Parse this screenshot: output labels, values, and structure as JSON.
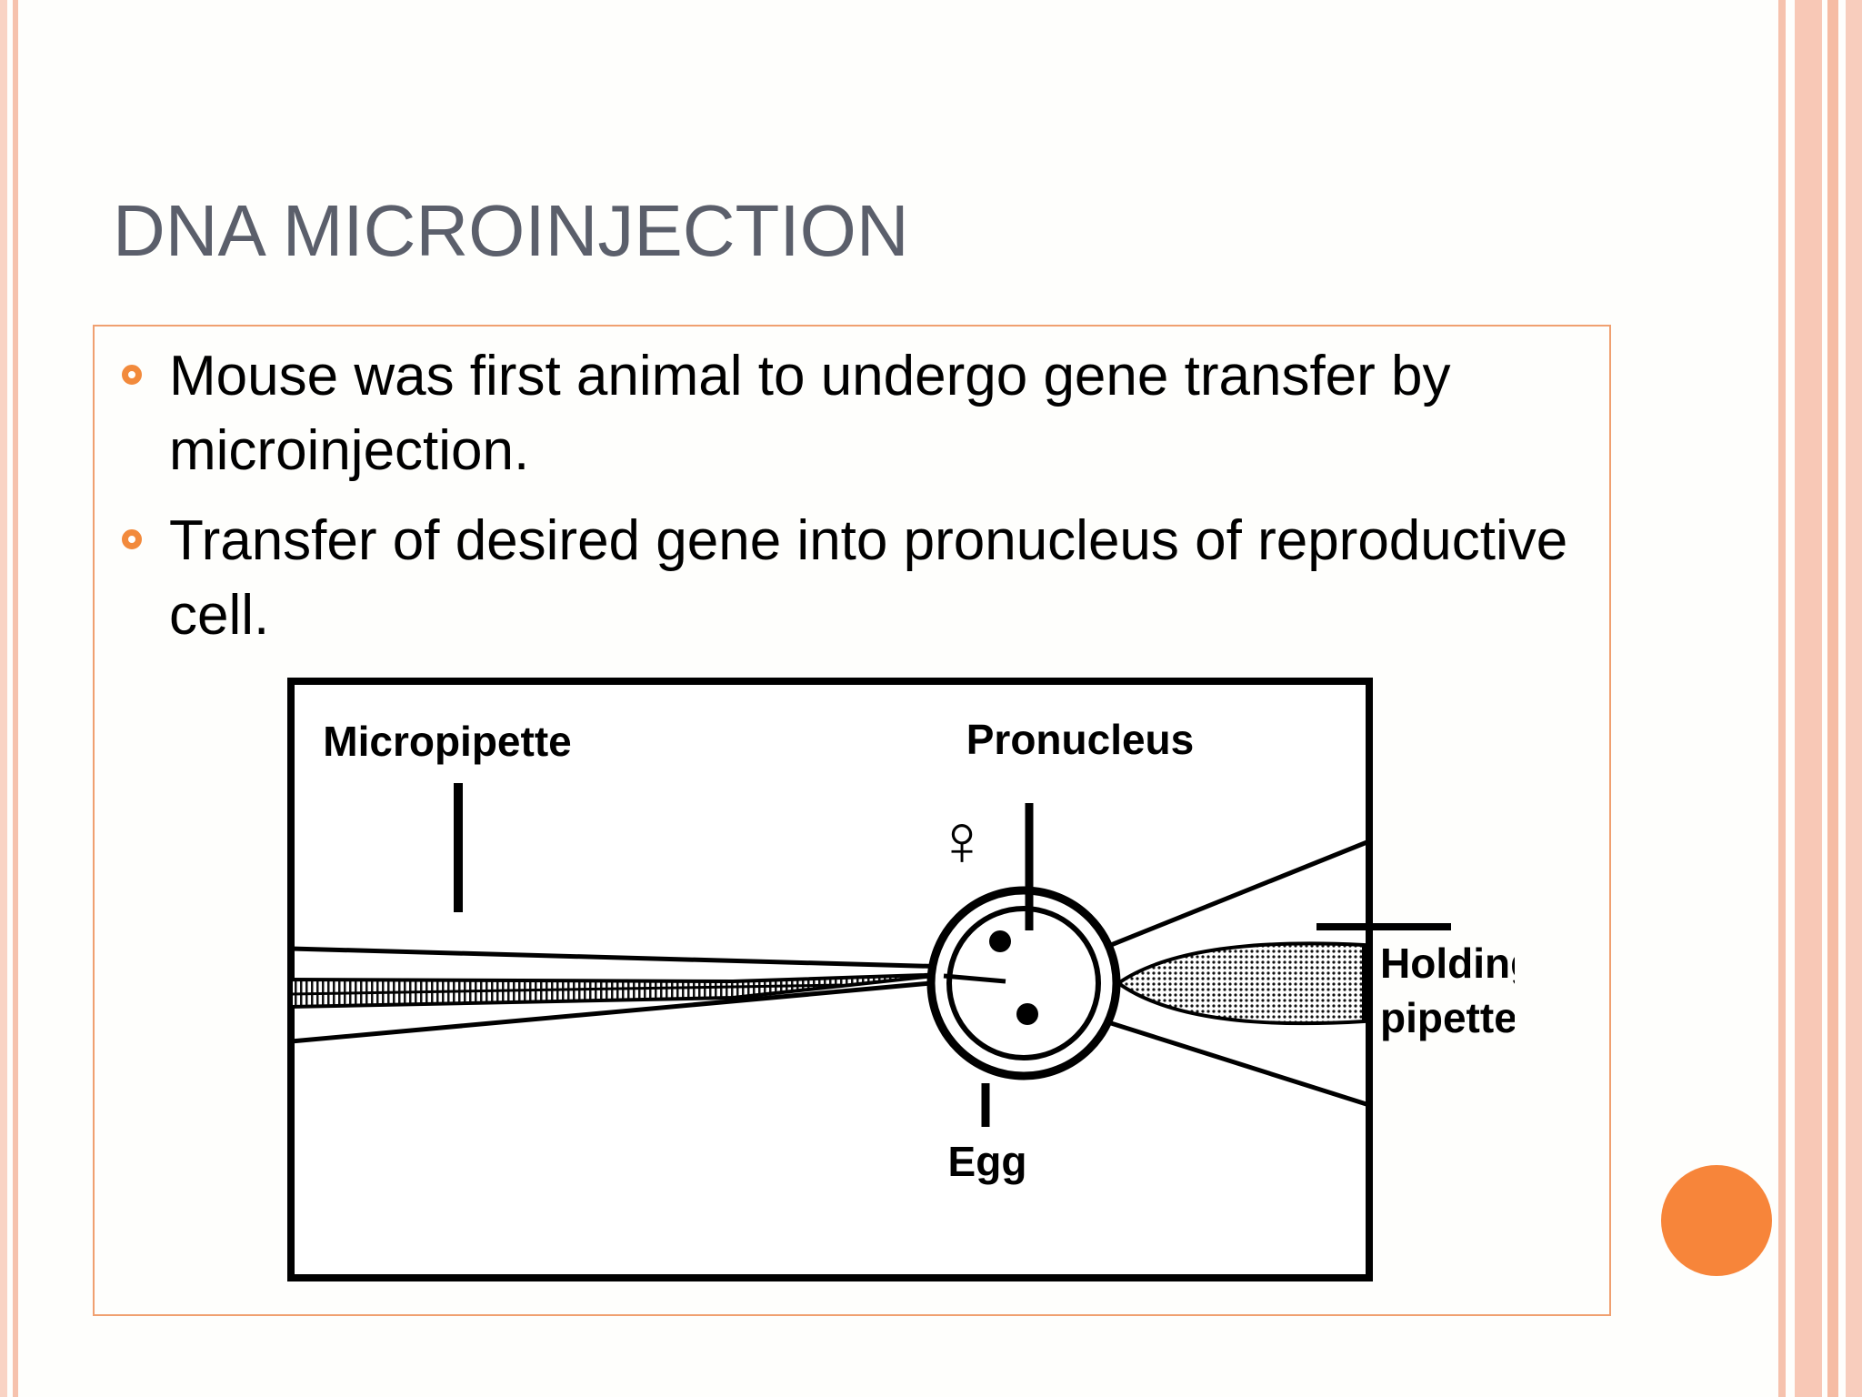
{
  "slide": {
    "title": "DNA MICROINJECTION",
    "bullets": [
      "Mouse was first animal to undergo gene transfer by microinjection.",
      "Transfer of desired gene into pronucleus of reproductive cell."
    ]
  },
  "diagram": {
    "labels": {
      "micropipette": "Micropipette",
      "pronucleus": "Pronucleus",
      "egg": "Egg",
      "holding_line1": "Holding",
      "holding_line2": "pipette",
      "female_symbol": "♀"
    }
  },
  "theme": {
    "accent": "#f7853a",
    "border": "#f0a070",
    "stripe": "#f6c2ad",
    "title_color": "#5b5f6b"
  }
}
